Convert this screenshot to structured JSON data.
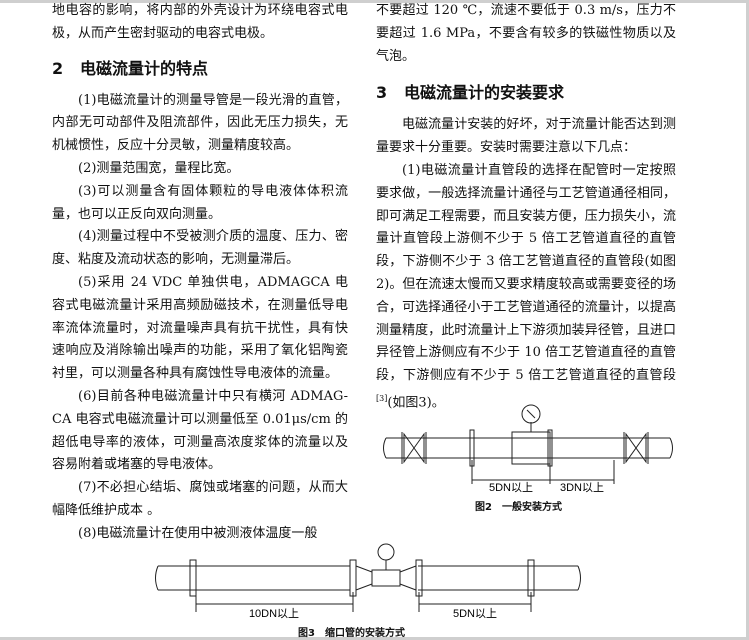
{
  "left": {
    "intro": "地电容的影响，将内部的外壳设计为环绕电容式电极，从而产生密封驱动的电容式电极。",
    "section2_num": "2",
    "section2_title": "电磁流量计的特点",
    "p1": "(1)电磁流量计的测量导管是一段光滑的直管，内部无可动部件及阻流部件，因此无压力损失，无机械惯性，反应十分灵敏，测量精度较高。",
    "p2": "(2)测量范围宽，量程比宽。",
    "p3": "(3)可以测量含有固体颗粒的导电液体体积流量，也可以正反向双向测量。",
    "p4": "(4)测量过程中不受被测介质的温度、压力、密度、粘度及流动状态的影响，无测量滞后。",
    "p5": "(5)采用 24 VDC 单独供电，ADMAGCA 电容式电磁流量计采用高频励磁技术，在测量低导电率流体流量时，对流量噪声具有抗干扰性，具有快速响应及消除输出噪声的功能，采用了氧化铝陶瓷衬里，可以测量各种具有腐蚀性导电液体的流量。",
    "p6": "(6)目前各种电磁流量计中只有横河 ADMAG-CA 电容式电磁流量计可以测量低至 0.01μs/cm 的超低电导率的液体，可测量高浓度浆体的流量以及容易附着或堵塞的导电液体。",
    "p7": "(7)不必担心结垢、腐蚀或堵塞的问题，从而大幅降低维护成本 。",
    "p8": "(8)电磁流量计在使用中被测液体温度一般"
  },
  "right": {
    "intro": "不要超过 120 ℃，流速不要低于 0.3 m/s，压力不要超过 1.6 MPa，不要含有较多的铁磁性物质以及气泡。",
    "section3_num": "3",
    "section3_title": "电磁流量计的安装要求",
    "p1": "电磁流量计安装的好坏，对于流量计能否达到测量要求十分重要。安装时需要注意以下几点：",
    "p2a": "(1)电磁流量计直管段的选择在配管时一定按照要求做，一般选择流量计通径与工艺管道通径相同，即可满足工程需要，而且安装方便，压力损失小，流量计直管段上游侧不少于 5 倍工艺管道直径的直管段，下游侧不少于 3 倍工艺管道直径的直管段(如图2)。但在流速太慢而又要求精度较高或需要变径的场合，可选择通径小于工艺管道通径的流量计，以提高测量精度，此时流量计上下游须加装异径管，且进口异径管上游侧应有不少于 10 倍工艺管道直径的直管段，下游侧应有不少于 5 倍工艺管道直径的直管段",
    "ref": "[3]",
    "p2b": "(如图3)。"
  },
  "fig2": {
    "dim_left": "5DN以上",
    "dim_right": "3DN以上",
    "caption": "图2　一般安装方式"
  },
  "fig3": {
    "dim_left": "10DN以上",
    "dim_right": "5DN以上",
    "caption": "图3　缩口管的安装方式"
  }
}
